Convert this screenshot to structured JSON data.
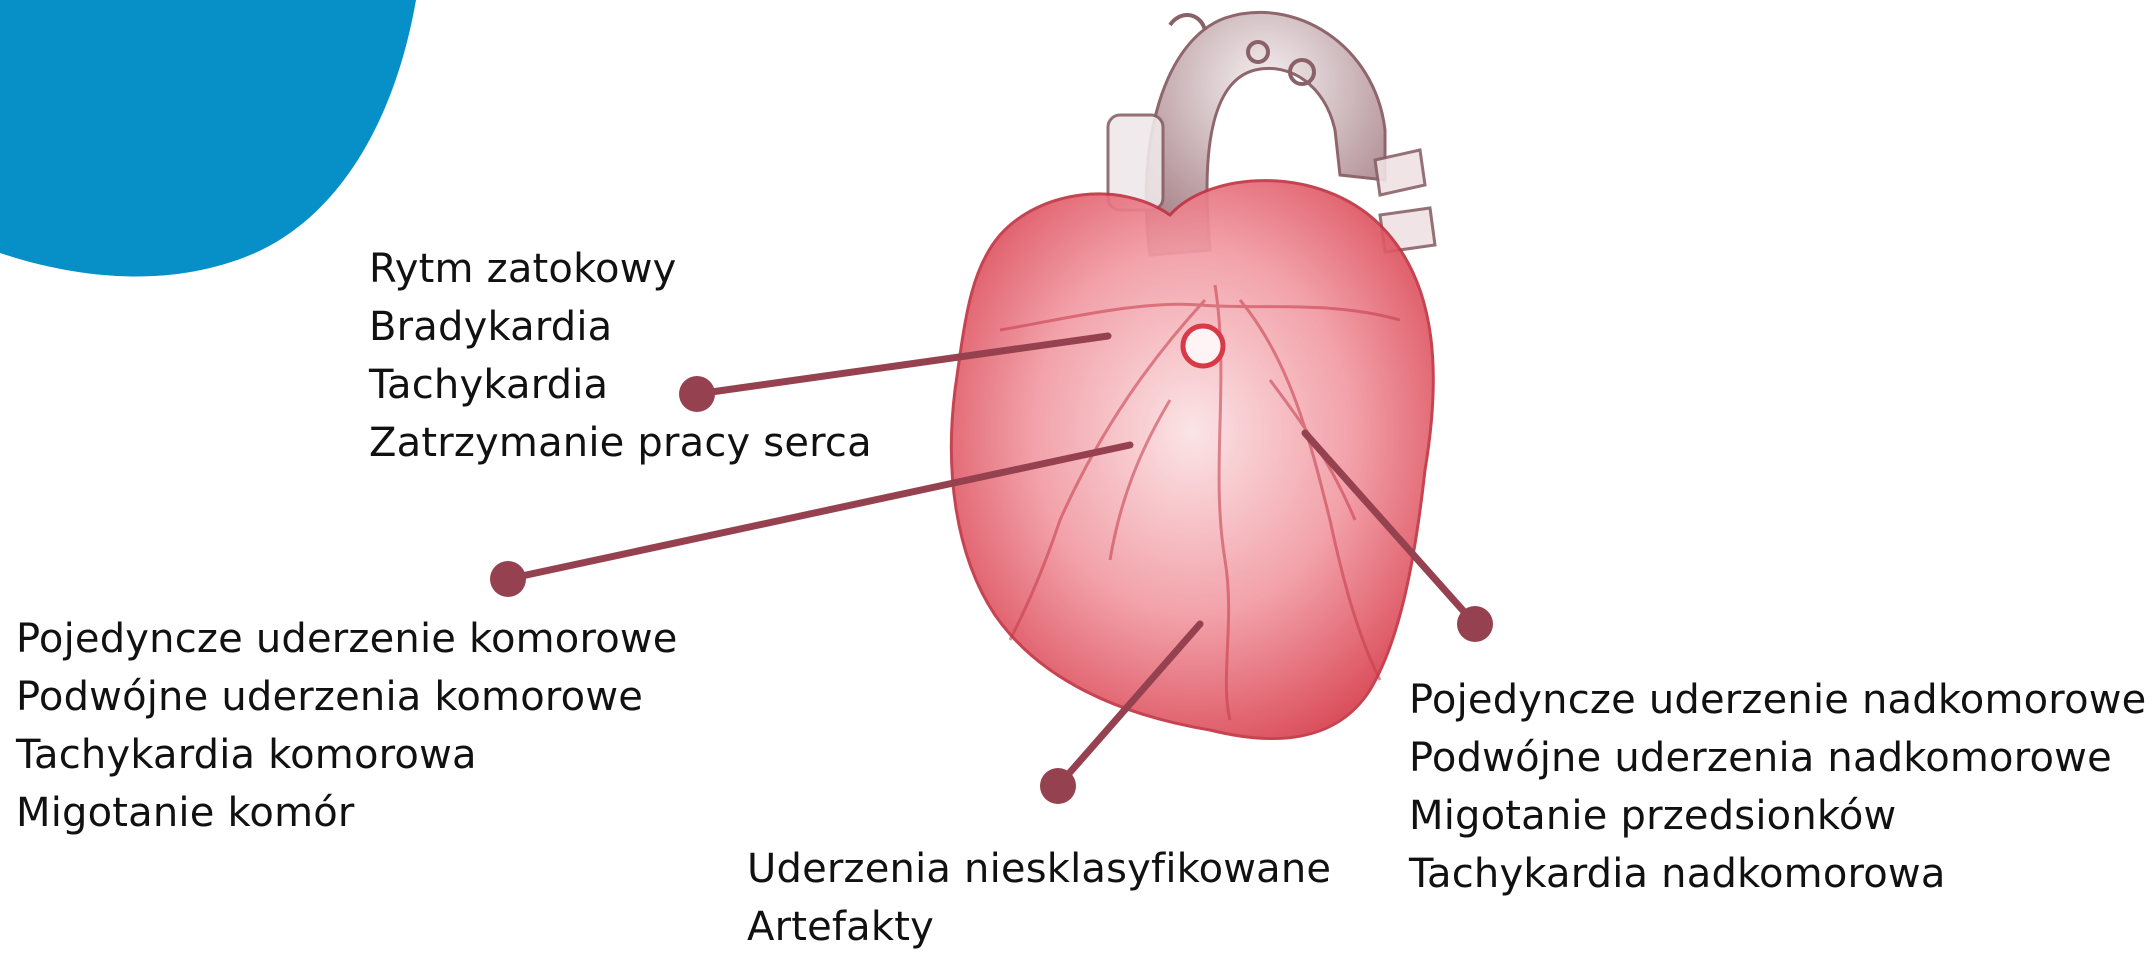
{
  "colors": {
    "accent_blob": "#0790c7",
    "connector": "#96414f",
    "heart_fill": "#e23a4a",
    "text": "#111111"
  },
  "groups": [
    {
      "id": "g1",
      "items": [
        "Rytm zatokowy",
        "Bradykardia",
        "Tachykardia",
        "Zatrzymanie pracy serca"
      ]
    },
    {
      "id": "g2",
      "items": [
        "Pojedyncze uderzenie komorowe",
        "Podwójne uderzenia komorowe",
        "Tachykardia komorowa",
        "Migotanie komór"
      ]
    },
    {
      "id": "g3",
      "items": [
        "Pojedyncze uderzenie nadkomorowe",
        "Podwójne uderzenia nadkomorowe",
        "Migotanie przedsionków",
        "Tachykardia nadkomorowa"
      ]
    },
    {
      "id": "g4",
      "items": [
        "Uderzenia niesklasyfikowane",
        "Artefakty"
      ]
    }
  ]
}
